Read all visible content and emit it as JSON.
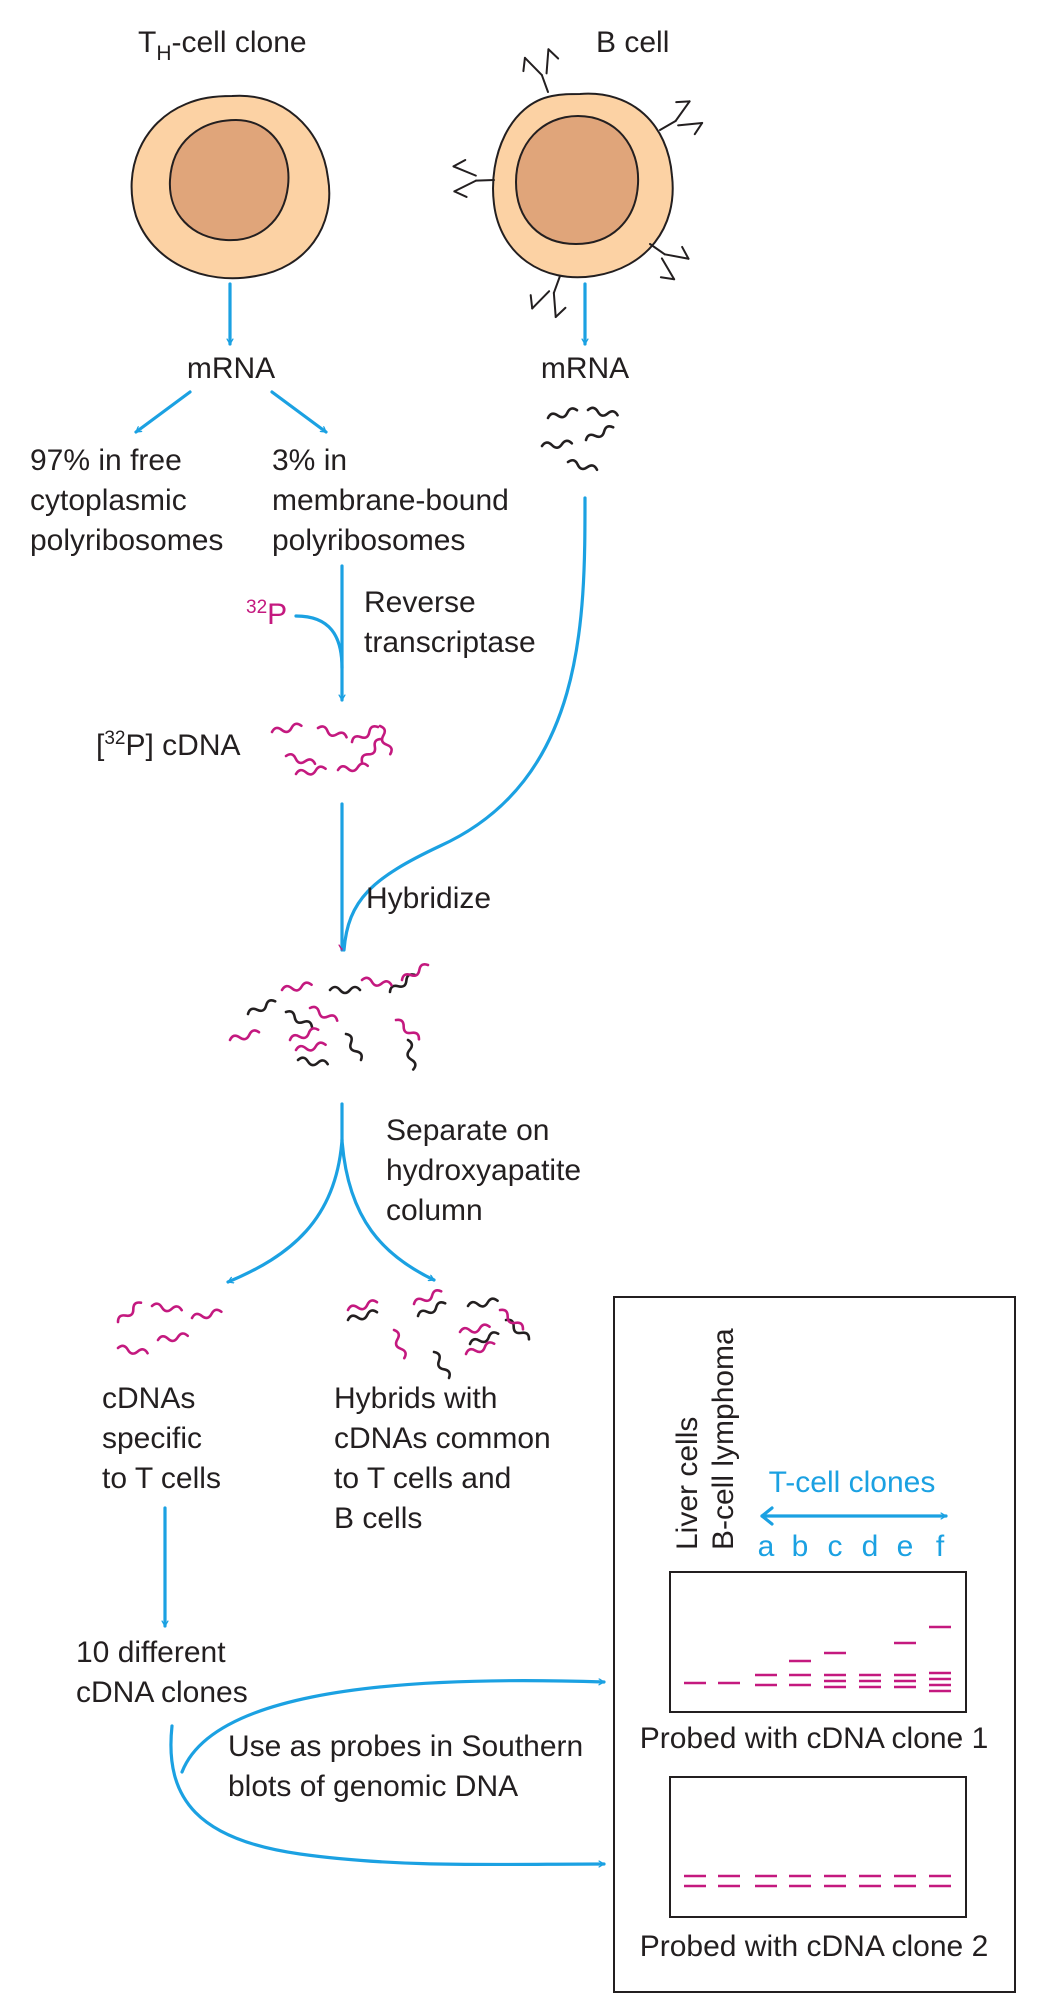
{
  "cells": {
    "th_label_prefix": "T",
    "th_label_sub": "H",
    "th_label_suffix": "-cell clone",
    "b_label": "B cell"
  },
  "mrna": {
    "th": "mRNA",
    "b": "mRNA"
  },
  "fractions": {
    "free": [
      "97% in free",
      "cytoplasmic",
      "polyribosomes"
    ],
    "membrane": [
      "3% in",
      "membrane-bound",
      "polyribosomes"
    ]
  },
  "labeling": {
    "isotope_sup": "32",
    "isotope_el": "P",
    "enzyme": [
      "Reverse",
      "transcriptase"
    ]
  },
  "cdna": {
    "open": "[",
    "sup": "32",
    "rest": "P] cDNA"
  },
  "hybridize": "Hybridize",
  "separate": [
    "Separate on",
    "hydroxyapatite",
    "column"
  ],
  "products": {
    "specific": [
      "cDNAs",
      "specific",
      "to T cells"
    ],
    "hybrids": [
      "Hybrids with",
      "cDNAs common",
      "to T cells and",
      "B cells"
    ]
  },
  "clones": [
    "10 different",
    "cDNA clones"
  ],
  "probes": [
    "Use as probes in Southern",
    "blots of genomic DNA"
  ],
  "blot": {
    "liver": "Liver cells",
    "lymphoma": "B-cell lymphoma",
    "tcell_header": "T-cell clones",
    "lanes": [
      "a",
      "b",
      "c",
      "d",
      "e",
      "f"
    ],
    "probe1_caption": "Probed with cDNA clone 1",
    "probe2_caption": "Probed with cDNA clone 2"
  },
  "colors": {
    "accent_blue": "#1ba1e2",
    "label_magenta": "#c4197f",
    "cytoplasm": "#fcd2a4",
    "nucleus": "#e0a57a"
  }
}
